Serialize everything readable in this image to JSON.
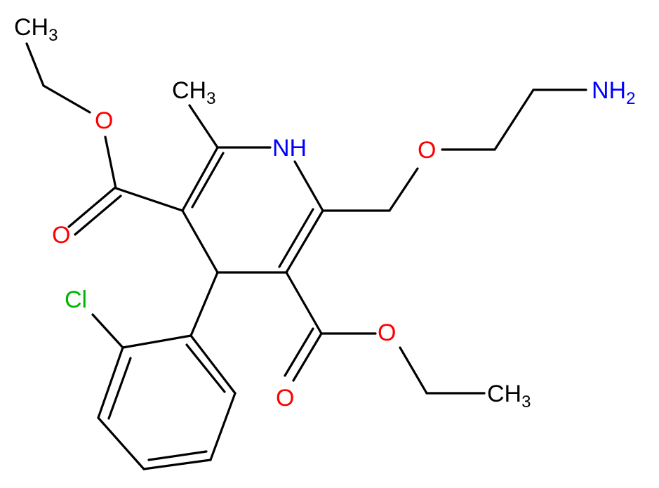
{
  "colors": {
    "carbon": "#000000",
    "oxygen": "#ff0000",
    "nitrogen": "#0000ff",
    "chlorine": "#00b400",
    "background": "#ffffff"
  },
  "atoms": {
    "ch3_top": {
      "main": "CH",
      "sub": "3"
    },
    "o_ester1": "O",
    "ch3_methyl": {
      "main": "CH",
      "sub": "3"
    },
    "nh": "NH",
    "o_ether": "O",
    "nh2": {
      "main": "NH",
      "sub": "2"
    },
    "o_carbonyl1": "O",
    "cl": "Cl",
    "o_ester2": "O",
    "o_carbonyl2": "O",
    "ch3_bottom": {
      "main": "CH",
      "sub": "3"
    }
  }
}
